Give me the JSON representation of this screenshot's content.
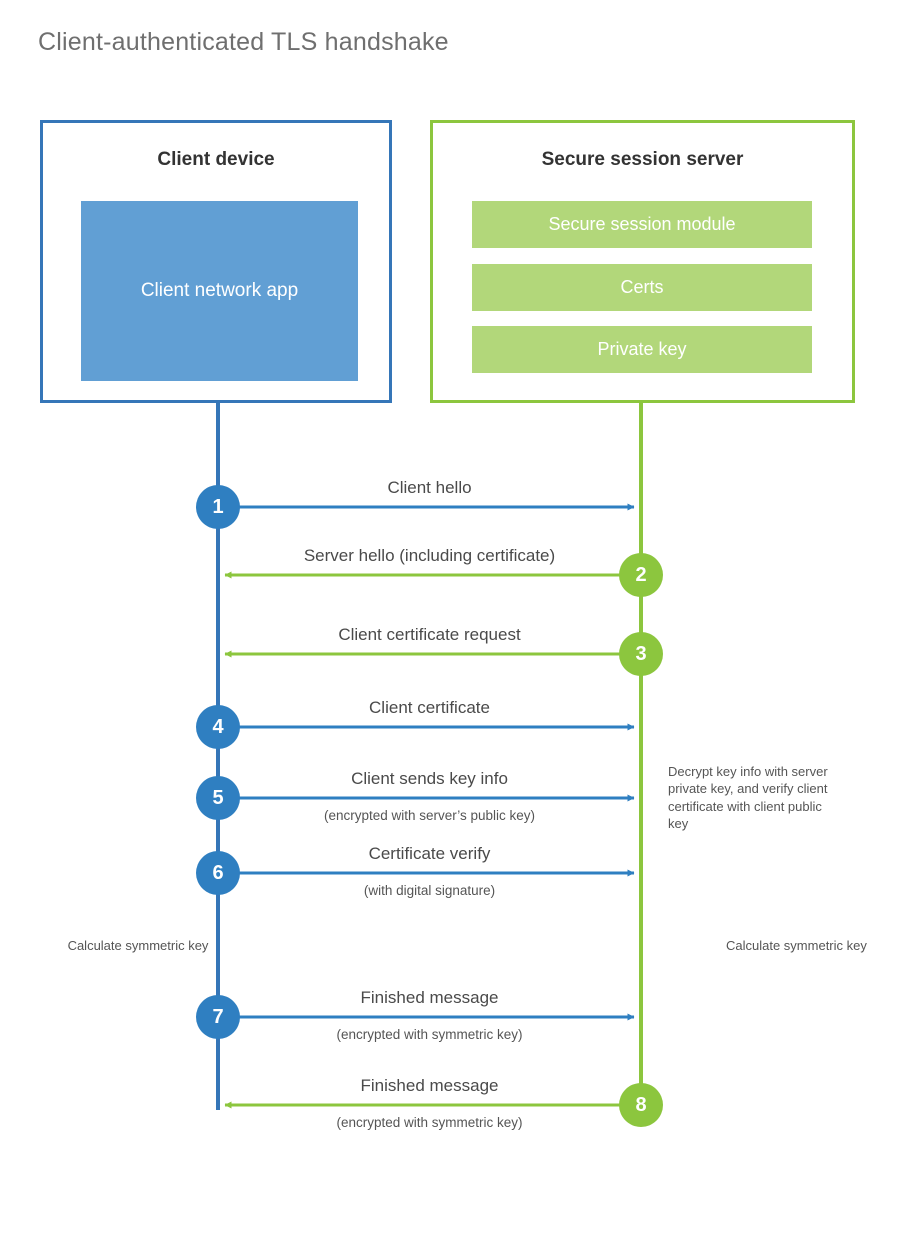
{
  "title": "Client-authenticated TLS handshake",
  "colors": {
    "blue_border": "#3576b8",
    "blue_fill": "#619fd4",
    "blue_circle": "#2f7fc1",
    "green_border": "#8cc63e",
    "green_fill": "#b2d77a",
    "green_circle": "#8cc63e",
    "title_text": "#6f6f6f",
    "label_text": "#4a4a4a"
  },
  "client": {
    "title": "Client device",
    "app_label": "Client network app"
  },
  "server": {
    "title": "Secure session server",
    "modules": [
      {
        "label": "Secure session module"
      },
      {
        "label": "Certs"
      },
      {
        "label": "Private key"
      }
    ]
  },
  "notes": {
    "server_decrypt": "Decrypt key info with server private key, and verify client certificate with client public key",
    "client_calc": "Calculate symmetric key",
    "server_calc": "Calculate symmetric key"
  },
  "steps": [
    {
      "number": "1",
      "label": "Client hello",
      "sublabel": "",
      "direction": "client-to-server",
      "color": "blue"
    },
    {
      "number": "2",
      "label": "Server hello (including certificate)",
      "sublabel": "",
      "direction": "server-to-client",
      "color": "green"
    },
    {
      "number": "3",
      "label": "Client certificate request",
      "sublabel": "",
      "direction": "server-to-client",
      "color": "green"
    },
    {
      "number": "4",
      "label": "Client certificate",
      "sublabel": "",
      "direction": "client-to-server",
      "color": "blue"
    },
    {
      "number": "5",
      "label": "Client sends key info",
      "sublabel": "(encrypted with server’s public key)",
      "direction": "client-to-server",
      "color": "blue"
    },
    {
      "number": "6",
      "label": "Certificate verify",
      "sublabel": "(with digital signature)",
      "direction": "client-to-server",
      "color": "blue"
    },
    {
      "number": "7",
      "label": "Finished message",
      "sublabel": "(encrypted with symmetric key)",
      "direction": "client-to-server",
      "color": "blue"
    },
    {
      "number": "8",
      "label": "Finished message",
      "sublabel": "(encrypted with symmetric key)",
      "direction": "server-to-client",
      "color": "green"
    }
  ]
}
